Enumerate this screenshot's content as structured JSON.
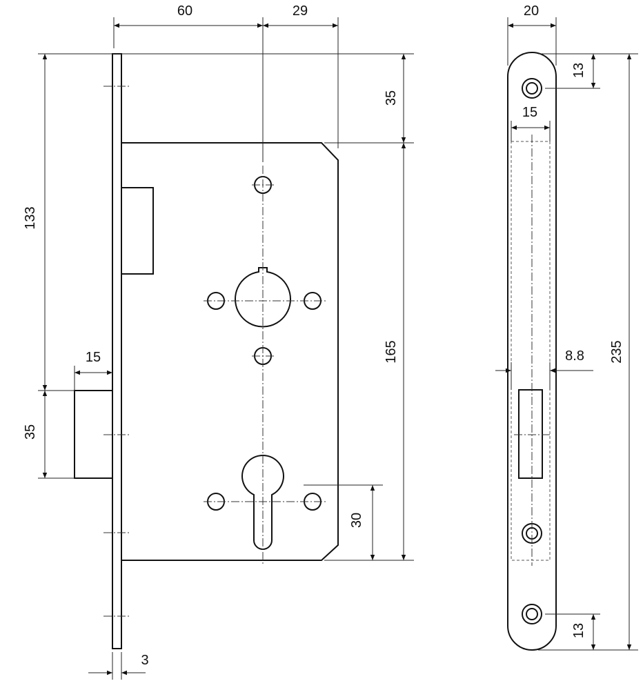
{
  "lock_body": {
    "dimensions": {
      "backset": "60",
      "nose_to_edge": "29",
      "top_offset": "35",
      "body_height": "165",
      "faceplate_to_bolt": "133",
      "bolt_height": "35",
      "bolt_throw": "15",
      "cylinder_offset": "30",
      "faceplate_thickness": "3"
    }
  },
  "strike_plate": {
    "dimensions": {
      "width": "20",
      "top_screw": "13",
      "inner_width": "15",
      "depth": "8.8",
      "length": "235",
      "bottom_screw": "13"
    }
  }
}
